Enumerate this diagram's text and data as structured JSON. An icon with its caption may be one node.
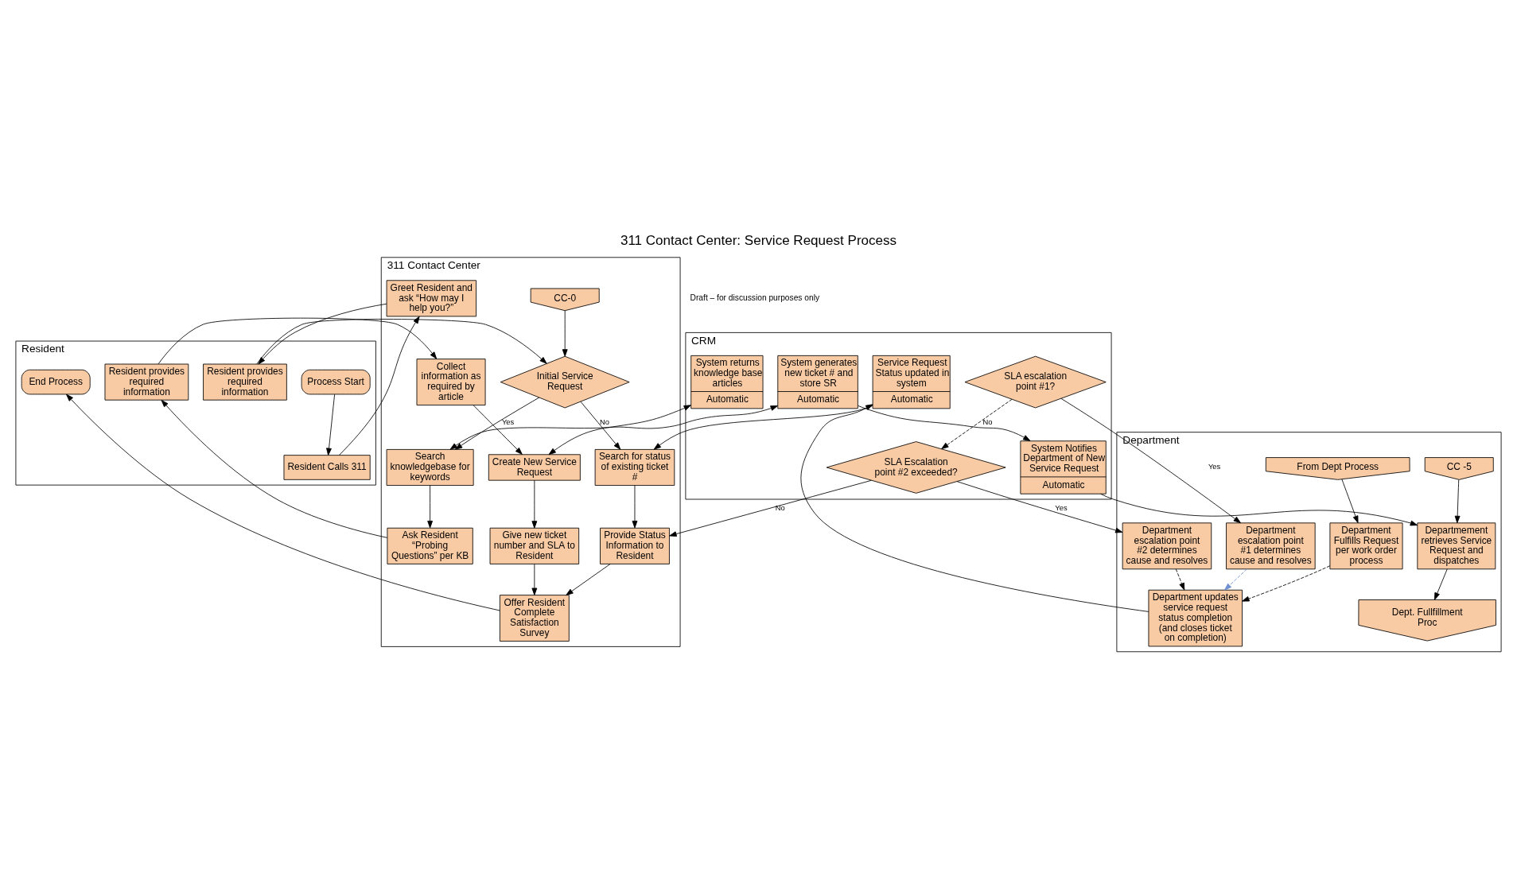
{
  "diagram": {
    "title": "311 Contact Center: Service Request Process",
    "nodes": [
      {
        "text": [
          "Resident"
        ]
      },
      {
        "text": [
          "Process Start"
        ],
        "in": 0
      },
      {
        "text": [
          "Resident Calls 311"
        ],
        "in": 0
      },
      {
        "text": [
          "Resident provides required information"
        ],
        "in": 0
      },
      {
        "text": [
          "Resident provides required information"
        ],
        "in": 0
      },
      {
        "text": [
          "End Process"
        ],
        "in": 0
      },
      {
        "text": [
          "311 Contact Center"
        ]
      },
      {
        "text": [
          "CC-0"
        ],
        "in": 6
      },
      {
        "text": [
          "Offer Resident Complete Satisfaction Survey"
        ],
        "in": 6
      },
      {
        "text": [
          "Greet Resident and ask “How may I help you?”"
        ],
        "in": 6
      },
      {
        "text": [
          "Initial Service Request"
        ],
        "in": 6
      },
      {
        "text": [
          "Search for status of existing ticket #"
        ],
        "in": 6
      },
      {
        "text": [
          "Provide Status Information to Resident"
        ],
        "in": 6
      },
      {
        "text": [
          "Search knowledgebase for keywords"
        ],
        "in": 6
      },
      {
        "text": [
          "Ask Resident “Probing Questions” per KB"
        ],
        "in": 6
      },
      {
        "text": [
          "Collect information as required by article"
        ],
        "in": 6
      },
      {
        "text": [
          "Create New Service Request"
        ],
        "in": 6
      },
      {
        "text": [
          "Give new ticket number and SLA to Resident"
        ],
        "in": 6
      },
      {
        "text": [
          "CRM"
        ]
      },
      {
        "text": [
          "System returns knowledge base articles",
          "Automatic"
        ],
        "in": 18
      },
      {
        "text": [
          "System generates new ticket # and store SR",
          "Automatic"
        ],
        "in": 18
      },
      {
        "text": [
          "System Notifies Department of New Service Request",
          "Automatic"
        ],
        "in": 18
      },
      {
        "text": [
          "Service Request Status updated in system",
          "Automatic"
        ],
        "in": 18
      },
      {
        "text": [
          "SLA escalation point #1?"
        ],
        "in": 18
      },
      {
        "text": [
          "SLA Escalation point #2 exceeded?"
        ],
        "in": 18
      },
      {
        "text": [
          "Department"
        ]
      },
      {
        "text": [
          "CC -5"
        ],
        "in": 25
      },
      {
        "text": [
          "Departmement retrieves Service Request and dispatches"
        ],
        "in": 25
      },
      {
        "text": [
          "Department Fulfills Request per work order process"
        ],
        "in": 25
      },
      {
        "text": [
          "Department updates service request status completion (and closes ticket on completion)"
        ],
        "in": 25
      },
      {
        "text": [
          "Department escalation point #1 determines cause and resolves"
        ],
        "in": 25
      },
      {
        "text": [
          "Department escalation point #2 determines cause and resolves"
        ],
        "in": 25
      },
      {
        "text": [
          "Dept. Fullfillment Proc"
        ],
        "in": 25
      },
      {
        "text": [
          "From Dept Process"
        ],
        "in": 25
      }
    ],
    "edges": [
      {
        "from": 1,
        "to": 2,
        "arrow": "to"
      },
      {
        "from": 2,
        "to": 9,
        "arrow": "to"
      },
      {
        "from": 9,
        "to": 3,
        "arrow": "to"
      },
      {
        "from": 3,
        "to": 10,
        "arrow": "to"
      },
      {
        "from": 7,
        "to": 10,
        "arrow": "to"
      },
      {
        "from": 10,
        "to": 11,
        "arrow": "to",
        "label": "No"
      },
      {
        "from": 10,
        "to": 13,
        "arrow": "to",
        "label": "Yes"
      },
      {
        "from": 13,
        "to": 14,
        "arrow": "to"
      },
      {
        "from": 14,
        "to": 4,
        "arrow": "to"
      },
      {
        "from": 4,
        "to": 15,
        "arrow": "to"
      },
      {
        "from": 15,
        "to": 16,
        "arrow": "to"
      },
      {
        "from": 16,
        "to": 17,
        "arrow": "to"
      },
      {
        "from": 17,
        "to": 8,
        "arrow": "to"
      },
      {
        "from": 8,
        "to": 5,
        "arrow": "to"
      },
      {
        "from": 11,
        "to": 12,
        "arrow": "to"
      },
      {
        "from": 12,
        "to": 8,
        "arrow": "to"
      },
      {
        "from": 13,
        "to": 19,
        "arrow": "both"
      },
      {
        "from": 16,
        "to": 20,
        "arrow": "both"
      },
      {
        "from": 20,
        "to": 21,
        "arrow": "to"
      },
      {
        "from": 21,
        "to": 27,
        "arrow": "to"
      },
      {
        "from": 26,
        "to": 27,
        "arrow": "to"
      },
      {
        "from": 27,
        "to": 32,
        "arrow": "to"
      },
      {
        "from": 33,
        "to": 28,
        "arrow": "to"
      },
      {
        "from": 28,
        "to": 29,
        "arrow": "to",
        "style": "dashed"
      },
      {
        "from": 29,
        "to": 22,
        "arrow": "to"
      },
      {
        "from": 22,
        "to": 11,
        "arrow": "to"
      },
      {
        "from": 23,
        "to": 24,
        "arrow": "to",
        "label": "No",
        "style": "dashed"
      },
      {
        "from": 23,
        "to": 30,
        "arrow": "to",
        "label": "Yes"
      },
      {
        "from": 24,
        "to": 31,
        "arrow": "to",
        "label": "Yes"
      },
      {
        "from": 24,
        "to": 12,
        "arrow": "to",
        "label": "No"
      },
      {
        "from": 30,
        "to": 29,
        "arrow": "to",
        "style": "dashed",
        "color": "#6f8fd0"
      },
      {
        "from": 31,
        "to": 29,
        "arrow": "to",
        "style": "dashed"
      }
    ],
    "labels": [
      "Draft – for discussion purposes only"
    ]
  }
}
